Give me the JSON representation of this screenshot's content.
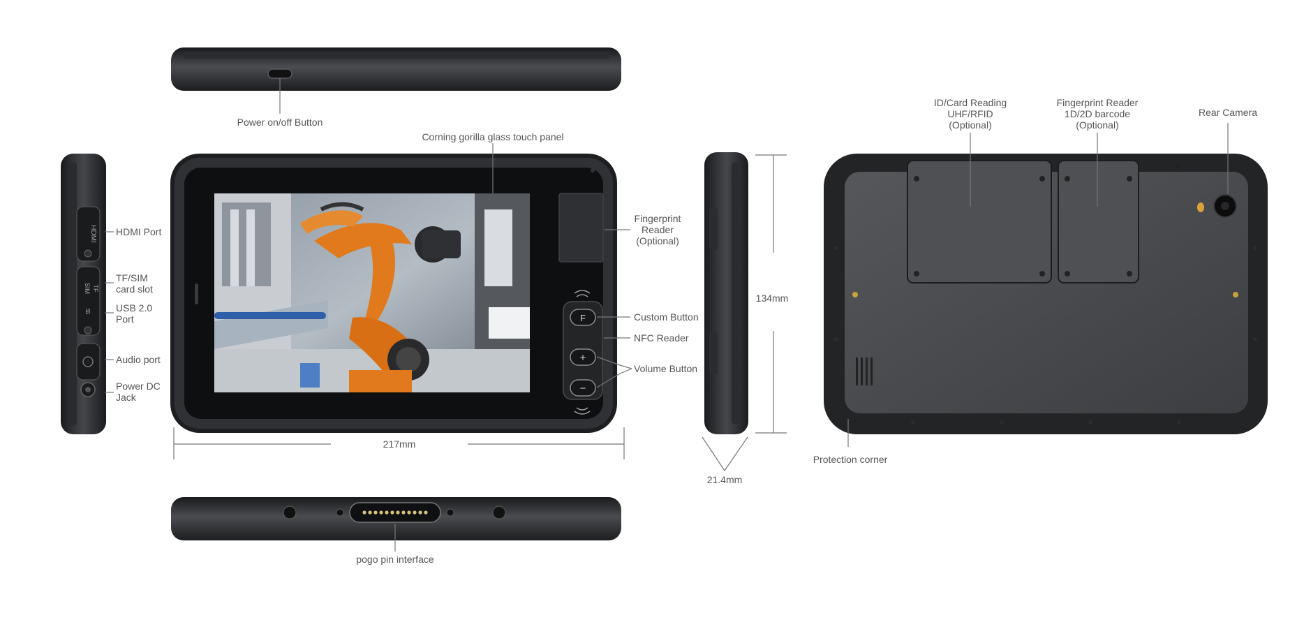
{
  "labels": {
    "power_button": "Power on/off Button",
    "glass_panel": "Corning gorilla glass touch panel",
    "hdmi_port": "HDMI Port",
    "tf_sim_line1": "TF/SIM",
    "tf_sim_line2": "card slot",
    "usb_line1": "USB 2.0",
    "usb_line2": "Port",
    "audio_port": "Audio port",
    "power_dc_line1": "Power DC",
    "power_dc_line2": "Jack",
    "fp_front_line1": "Fingerprint",
    "fp_front_line2": "Reader",
    "fp_front_line3": "(Optional)",
    "custom_button": "Custom Button",
    "nfc_reader": "NFC Reader",
    "volume_button": "Volume Button",
    "pogo_pin": "pogo pin interface",
    "id_card_line1": "ID/Card Reading",
    "id_card_line2": "UHF/RFID",
    "id_card_line3": "(Optional)",
    "fp_back_line1": "Fingerprint Reader",
    "fp_back_line2": "1D/2D barcode",
    "fp_back_line3": "(Optional)",
    "rear_camera": "Rear Camera",
    "protection_corner": "Protection corner"
  },
  "dimensions": {
    "width": "217mm",
    "height": "134mm",
    "thickness": "21.4mm"
  },
  "port_markings": {
    "hdmi": "HDMI",
    "sim": "SIM",
    "tf": "TF"
  },
  "button_glyphs": {
    "custom": "F",
    "volume_up": "+",
    "volume_down": "−"
  },
  "colors": {
    "body_dark": "#1f2022",
    "body_mid": "#3a3c3f",
    "back_panel": "#5b5d60",
    "label_text": "#555555",
    "robot_orange": "#e07a1c",
    "pogo_pins": "#d8c27a"
  }
}
